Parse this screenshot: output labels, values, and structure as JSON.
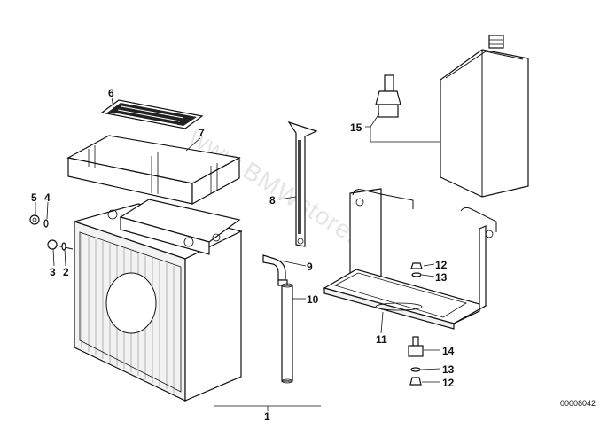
{
  "doc_number": "00008042",
  "watermark": "www.BMWstore.n",
  "callouts": {
    "c1": "1",
    "c2": "2",
    "c3": "3",
    "c4": "4",
    "c5": "5",
    "c6": "6",
    "c7": "7",
    "c8": "8",
    "c9": "9",
    "c10": "10",
    "c11": "11",
    "c12a": "12",
    "c12b": "12",
    "c13a": "13",
    "c13b": "13",
    "c14": "14",
    "c15": "15"
  },
  "colors": {
    "line": "#111111",
    "background": "#ffffff",
    "watermark": "#cfcfcf"
  }
}
